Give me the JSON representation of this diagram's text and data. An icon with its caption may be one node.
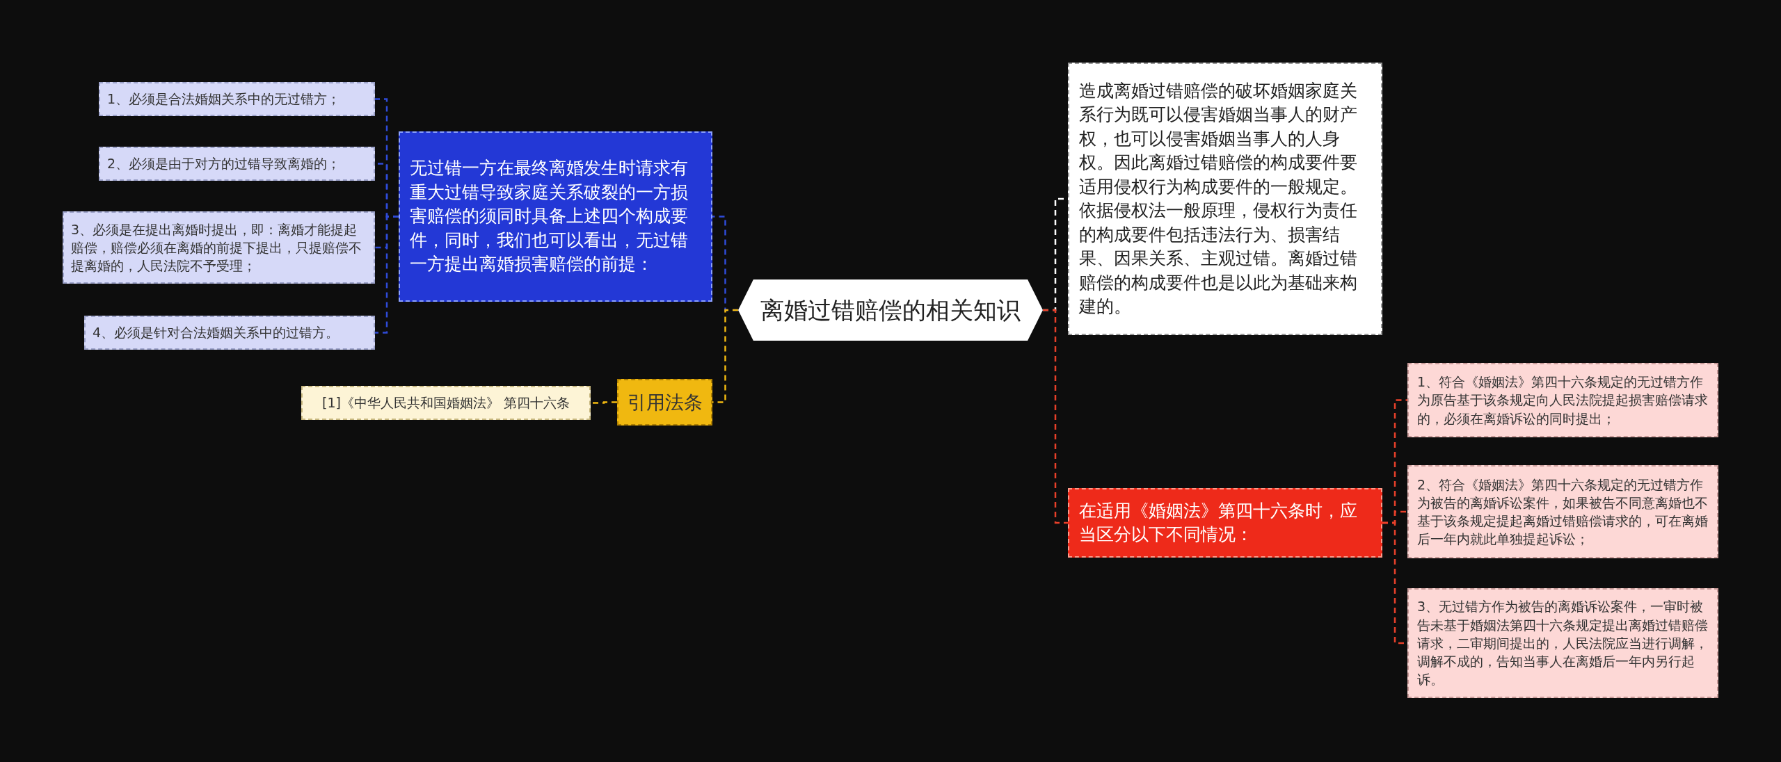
{
  "diagram": {
    "nodes": [
      {
        "text": [
          "离婚过错赔偿的相关知识"
        ]
      },
      {
        "text": [
          "无过错一方在最终离婚发生时请求有重大过错导致家庭关系破裂的一方损害赔偿的须同时具备上述四个构成要件，同时，我们也可以看出，无过错一方提出离婚损害赔偿的前提："
        ]
      },
      {
        "text": [
          "1、必须是合法婚姻关系中的无过错方；"
        ]
      },
      {
        "text": [
          "2、必须是由于对方的过错导致离婚的；"
        ]
      },
      {
        "text": [
          "3、必须是在提出离婚时提出，即：离婚才能提起赔偿，赔偿必须在离婚的前提下提出，只提赔偿不提离婚的，人民法院不予受理；"
        ]
      },
      {
        "text": [
          "4、必须是针对合法婚姻关系中的过错方。"
        ]
      },
      {
        "text": [
          "引用法条"
        ]
      },
      {
        "text": [
          "[1]《中华人民共和国婚姻法》 第四十六条"
        ]
      },
      {
        "text": [
          "造成离婚过错赔偿的破坏婚姻家庭关系行为既可以侵害婚姻当事人的财产权，也可以侵害婚姻当事人的人身权。因此离婚过错赔偿的构成要件要适用侵权行为构成要件的一般规定。依据侵权法一般原理，侵权行为责任的构成要件包括违法行为、损害结果、因果关系、主观过错。离婚过错赔偿的构成要件也是以此为基础来构建的。"
        ]
      },
      {
        "text": [
          "在适用《婚姻法》第四十六条时，应当区分以下不同情况："
        ]
      },
      {
        "text": [
          "1、符合《婚姻法》第四十六条规定的无过错方作为原告基于该条规定向人民法院提起损害赔偿请求的，必须在离婚诉讼的同时提出；"
        ]
      },
      {
        "text": [
          "2、符合《婚姻法》第四十六条规定的无过错方作为被告的离婚诉讼案件，如果被告不同意离婚也不基于该条规定提起离婚过错赔偿请求的，可在离婚后一年内就此单独提起诉讼；"
        ]
      },
      {
        "text": [
          "3、无过错方作为被告的离婚诉讼案件，一审时被告未基于婚姻法第四十六条规定提出离婚过错赔偿请求，二审期间提出的，人民法院应当进行调解，调解不成的，告知当事人在离婚后一年内另行起诉。"
        ]
      }
    ],
    "edges": [
      {
        "from": 0,
        "to": 1,
        "arrow": "none",
        "style": "dashed",
        "color": "#2f4bd8"
      },
      {
        "from": 1,
        "to": 2,
        "arrow": "none",
        "style": "dashed",
        "color": "#2f4bd8"
      },
      {
        "from": 1,
        "to": 3,
        "arrow": "none",
        "style": "dashed",
        "color": "#2f4bd8"
      },
      {
        "from": 1,
        "to": 4,
        "arrow": "none",
        "style": "dashed",
        "color": "#2f4bd8"
      },
      {
        "from": 1,
        "to": 5,
        "arrow": "none",
        "style": "dashed",
        "color": "#2f4bd8"
      },
      {
        "from": 0,
        "to": 6,
        "arrow": "none",
        "style": "dashed",
        "color": "#f0b810"
      },
      {
        "from": 6,
        "to": 7,
        "arrow": "none",
        "style": "dashed",
        "color": "#f0b810"
      },
      {
        "from": 0,
        "to": 8,
        "arrow": "none",
        "style": "dashed",
        "color": "#ffffff"
      },
      {
        "from": 0,
        "to": 9,
        "arrow": "none",
        "style": "dashed",
        "color": "#e8402a"
      },
      {
        "from": 9,
        "to": 10,
        "arrow": "none",
        "style": "dashed",
        "color": "#e8402a"
      },
      {
        "from": 9,
        "to": 11,
        "arrow": "none",
        "style": "dashed",
        "color": "#e8402a"
      },
      {
        "from": 9,
        "to": 12,
        "arrow": "none",
        "style": "dashed",
        "color": "#e8402a"
      }
    ]
  }
}
